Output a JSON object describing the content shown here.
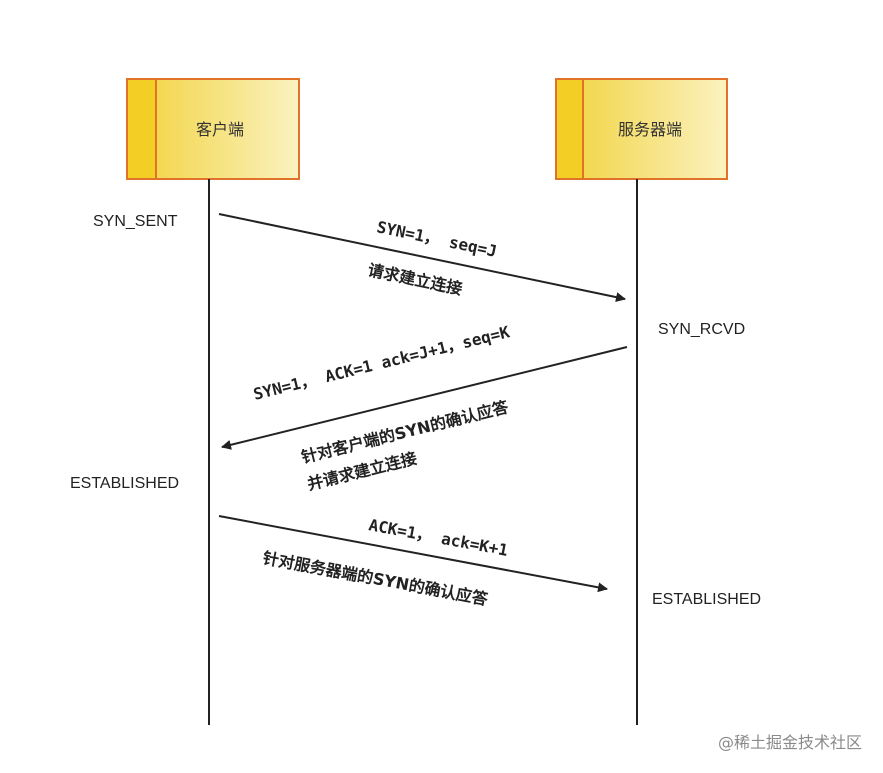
{
  "participants": {
    "client": {
      "label": "客户端"
    },
    "server": {
      "label": "服务器端"
    }
  },
  "states": {
    "client_syn_sent": "SYN_SENT",
    "server_syn_rcvd": "SYN_RCVD",
    "client_established": "ESTABLISHED",
    "server_established": "ESTABLISHED"
  },
  "messages": [
    {
      "from": "client",
      "to": "server",
      "label": "SYN=1， seq=J",
      "note_lines": [
        "请求建立连接"
      ]
    },
    {
      "from": "server",
      "to": "client",
      "label": "SYN=1， ACK=1   ack=J+1，seq=K",
      "note_lines": [
        "针对客户端的SYN的确认应答",
        "并请求建立连接"
      ]
    },
    {
      "from": "client",
      "to": "server",
      "label": "ACK=1， ack=K+1",
      "note_lines": [
        "针对服务器端的SYN的确认应答"
      ]
    }
  ],
  "watermark": "@稀土掘金技术社区",
  "colors": {
    "box_fill_light": "#f6e38a",
    "box_fill_dark": "#f3cf26",
    "box_border": "#e0722a",
    "line": "#222222"
  }
}
